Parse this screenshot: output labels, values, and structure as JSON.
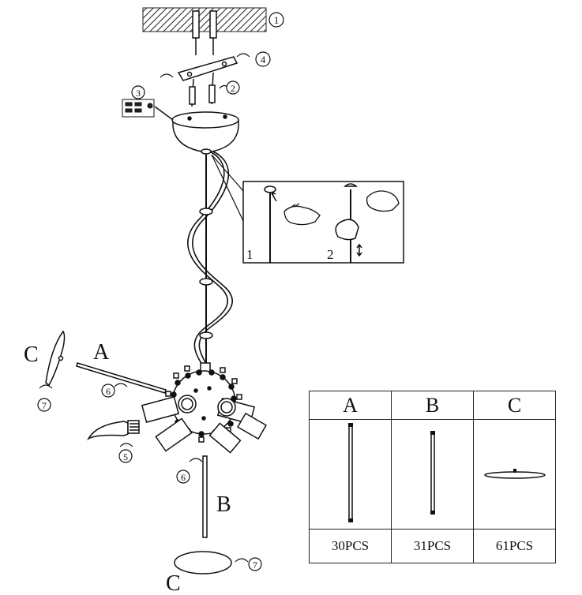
{
  "steps": {
    "s1": "1",
    "s2": "2",
    "s3": "3",
    "s4": "4",
    "s5": "5",
    "s6": "6",
    "s7": "7"
  },
  "callout": {
    "step1": "1",
    "step2": "2"
  },
  "parts_labels": {
    "a": "A",
    "b": "B",
    "c": "C"
  },
  "table": {
    "headers": [
      "A",
      "B",
      "C"
    ],
    "quantities": [
      "30PCS",
      "31PCS",
      "61PCS"
    ]
  },
  "icons": [
    "screw-icon",
    "hand-icon",
    "arrow-icon",
    "bulb-icon",
    "rotation-arrow-icon"
  ]
}
